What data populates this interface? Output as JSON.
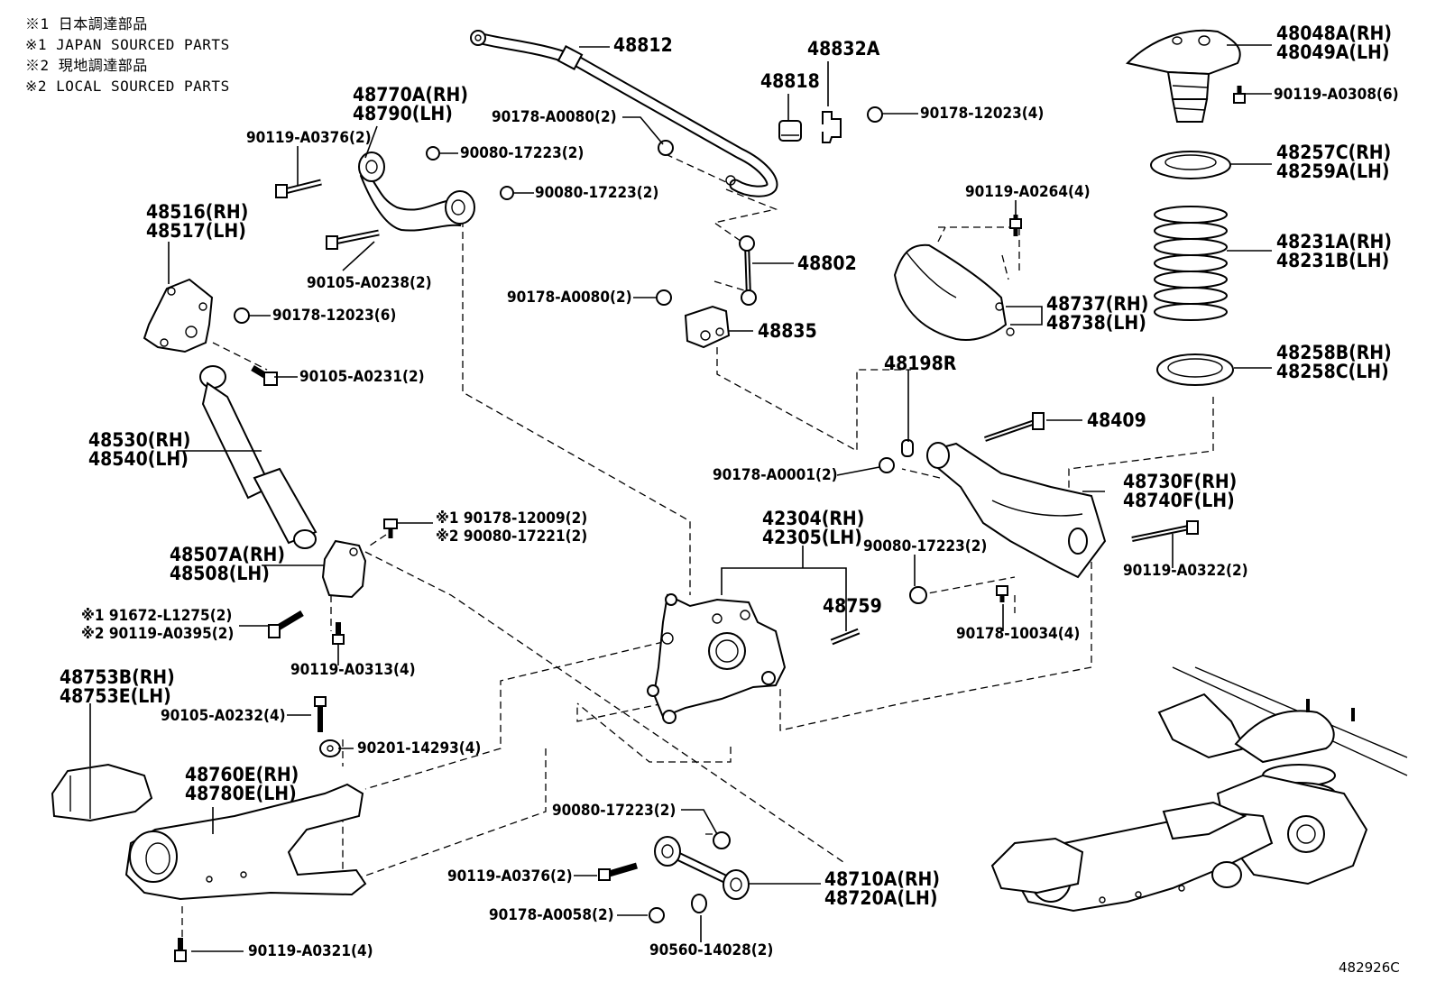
{
  "notes": [
    "※1 日本調達部品",
    "※1 JAPAN SOURCED PARTS",
    "※2 現地調達部品",
    "※2 LOCAL SOURCED PARTS"
  ],
  "figure_code": "482926C",
  "callouts": {
    "p48812": "48812",
    "p48832A": "48832A",
    "p48818": "48818",
    "p48048": [
      "48048A(RH)",
      "48049A(LH)"
    ],
    "p90119_A0308": "90119-A0308(6)",
    "p90178_A0080_top": "90178-A0080(2)",
    "p90178_12023_4": "90178-12023(4)",
    "p48770": [
      "48770A(RH)",
      "48790(LH)"
    ],
    "p90119_A0376_top": "90119-A0376(2)",
    "p90080_17223_a": "90080-17223(2)",
    "p90080_17223_b": "90080-17223(2)",
    "p48257": [
      "48257C(RH)",
      "48259A(LH)"
    ],
    "p90119_A0264": "90119-A0264(4)",
    "p48516": [
      "48516(RH)",
      "48517(LH)"
    ],
    "p48231": [
      "48231A(RH)",
      "48231B(LH)"
    ],
    "p48802": "48802",
    "p90105_A0238": "90105-A0238(2)",
    "p90178_A0080_mid": "90178-A0080(2)",
    "p90178_12023_6": "90178-12023(6)",
    "p48737": [
      "48737(RH)",
      "48738(LH)"
    ],
    "p48835": "48835",
    "p48258": [
      "48258B(RH)",
      "48258C(LH)"
    ],
    "p48198R": "48198R",
    "p90105_A0231": "90105-A0231(2)",
    "p48409": "48409",
    "p48530": [
      "48530(RH)",
      "48540(LH)"
    ],
    "p90178_A0001": "90178-A0001(2)",
    "p48730": [
      "48730F(RH)",
      "48740F(LH)"
    ],
    "p42304": [
      "42304(RH)",
      "42305(LH)"
    ],
    "p90178_12009": "※1 90178-12009(2)",
    "p90080_17221": "※2 90080-17221(2)",
    "p48507": [
      "48507A(RH)",
      "48508(LH)"
    ],
    "p90080_17223_c": "90080-17223(2)",
    "p90119_A0322": "90119-A0322(2)",
    "p48759": "48759",
    "p91672_L1275": "※1 91672-L1275(2)",
    "p90119_A0395": "※2 90119-A0395(2)",
    "p90178_10034": "90178-10034(4)",
    "p90119_A0313": "90119-A0313(4)",
    "p48753": [
      "48753B(RH)",
      "48753E(LH)"
    ],
    "p90105_A0232": "90105-A0232(4)",
    "p90201_14293": "90201-14293(4)",
    "p48760": [
      "48760E(RH)",
      "48780E(LH)"
    ],
    "p90080_17223_d": "90080-17223(2)",
    "p90119_A0376_bot": "90119-A0376(2)",
    "p48710": [
      "48710A(RH)",
      "48720A(LH)"
    ],
    "p90178_A0058": "90178-A0058(2)",
    "p90119_A0321": "90119-A0321(4)",
    "p90560_14028": "90560-14028(2)"
  }
}
